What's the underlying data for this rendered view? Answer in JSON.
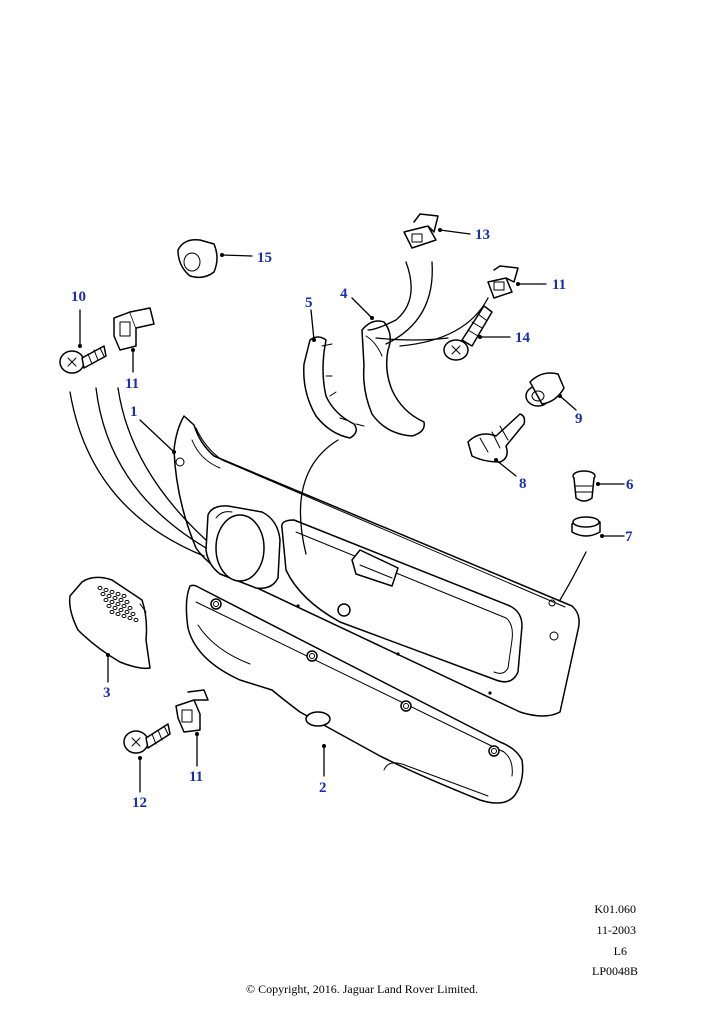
{
  "callouts": {
    "c1": "1",
    "c2": "2",
    "c3": "3",
    "c4": "4",
    "c5": "5",
    "c6": "6",
    "c7": "7",
    "c8": "8",
    "c9": "9",
    "c10": "10",
    "c11a": "11",
    "c11b": "11",
    "c11c": "11",
    "c12": "12",
    "c13": "13",
    "c14": "14",
    "c15": "15"
  },
  "meta": {
    "code": "K01.060",
    "date": "11-2003",
    "model": "L6",
    "ref": "LP0048B"
  },
  "copyright": "© Copyright, 2016. Jaguar Land Rover Limited.",
  "colors": {
    "callout": "#1a2fb0",
    "line": "#000000",
    "background": "#ffffff"
  }
}
